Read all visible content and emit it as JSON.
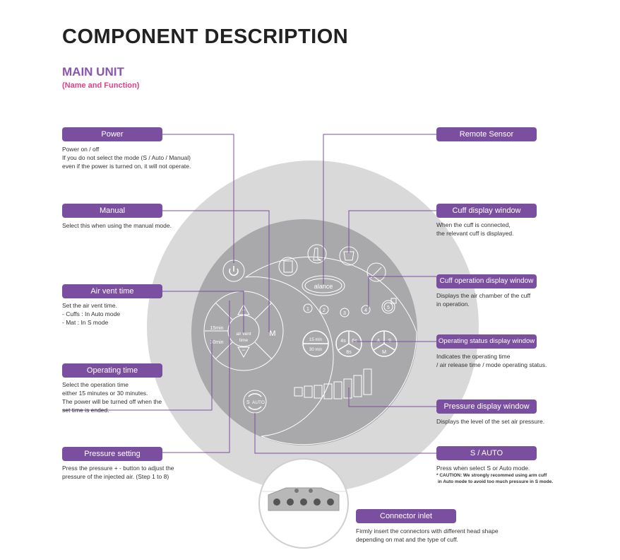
{
  "title": "COMPONENT DESCRIPTION",
  "section": "MAIN UNIT",
  "subtitle": "(Name and Function)",
  "labels": {
    "power": {
      "name": "Power",
      "desc": [
        "Power on / off",
        "If you do not select the mode (S / Auto / Manual)",
        "even if the power is turned on, it will not operate."
      ]
    },
    "manual": {
      "name": "Manual",
      "desc": [
        "Select this when using the manual mode."
      ]
    },
    "air_vent": {
      "name": "Air  vent time",
      "desc": [
        "Set the air vent time.",
        "- Cuffs : In Auto mode",
        "- Mat : In S mode"
      ]
    },
    "operating_time": {
      "name": "Operating time",
      "desc": [
        "Select the operation time",
        "either 15 minutes or 30 minutes.",
        "The power will be turned off when the",
        "set time is ended."
      ]
    },
    "pressure_setting": {
      "name": "Pressure setting",
      "desc": [
        "Press the pressure + - button to adjust the",
        "pressure of the injected air. (Step 1 to 8)"
      ]
    },
    "remote_sensor": {
      "name": "Remote Sensor"
    },
    "cuff_display": {
      "name": "Cuff display window",
      "desc": [
        "When the cuff is connected,",
        "the relevant cuff is displayed."
      ]
    },
    "cuff_operation": {
      "name": "Cuff operation display window",
      "desc": [
        "Displays the air chamber of the cuff",
        "in operation."
      ]
    },
    "operating_status": {
      "name": "Operating status display window",
      "desc": [
        "Indicates the operating time",
        "/ air release time / mode operating status."
      ]
    },
    "pressure_display": {
      "name": "Pressure display window",
      "desc": [
        "Displays the level of the set air pressure."
      ]
    },
    "s_auto": {
      "name": "S / AUTO",
      "desc": [
        "Press when select S or Auto mode."
      ],
      "caution": [
        "* CAUTION: We strongly recommed using arm cuff",
        "in Auto mode to avoid too much pressure in S mode."
      ]
    },
    "connector": {
      "name": "Connector inlet",
      "desc": [
        "Firmly insert the connectors with different head shape",
        "depending on mat and the type of cuff."
      ]
    }
  },
  "device": {
    "brand": "alance",
    "plus": "+",
    "minus": "−",
    "m": "M",
    "t15": "15min",
    "t30": "30min",
    "vent1": "air vent",
    "vent2": "time",
    "op15": "15 min",
    "op30": "30 min",
    "s4": "4s",
    "s6": "6s",
    "s8": "8s",
    "ma": "A",
    "ms": "S",
    "mm": "M",
    "c1": "1",
    "c2": "2",
    "c3": "3",
    "c4": "4",
    "c5": "5",
    "s": "S",
    "auto": "AUTO"
  },
  "colors": {
    "accent": "#7b4fa0",
    "heading": "#8a55b0",
    "subtitle": "#e0408a"
  }
}
